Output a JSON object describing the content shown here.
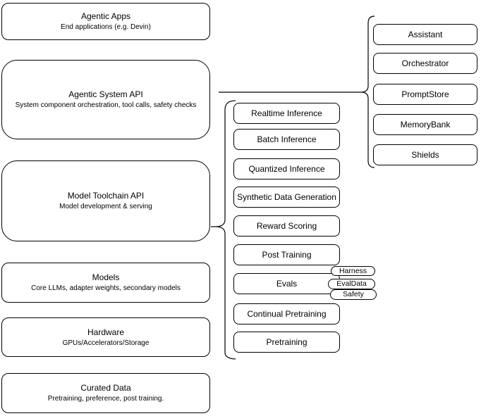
{
  "diagram": {
    "left_stack": [
      {
        "title": "Agentic Apps",
        "subtitle": "End applications (e.g. Devin)"
      },
      {
        "title": "Agentic System API",
        "subtitle": "System component orchestration, tool calls, safety checks"
      },
      {
        "title": "Model Toolchain API",
        "subtitle": "Model development & serving"
      },
      {
        "title": "Models",
        "subtitle": "Core LLMs, adapter weights, secondary models"
      },
      {
        "title": "Hardware",
        "subtitle": "GPUs/Accelerators/Storage"
      },
      {
        "title": "Curated Data",
        "subtitle": "Pretraining, preference, post training."
      }
    ],
    "toolchain_capabilities": [
      "Realtime Inference",
      "Batch Inference",
      "Quantized Inference",
      "Synthetic Data Generation",
      "Reward Scoring",
      "Post Training",
      "Evals",
      "Continual Pretraining",
      "Pretraining"
    ],
    "eval_badges": [
      "Harness",
      "EvalData",
      "Safety"
    ],
    "system_components": [
      "Assistant",
      "Orchestrator",
      "PromptStore",
      "MemoryBank",
      "Shields"
    ],
    "colors": {
      "stroke": "#000000",
      "background": "#ffffff",
      "text": "#000000"
    }
  }
}
